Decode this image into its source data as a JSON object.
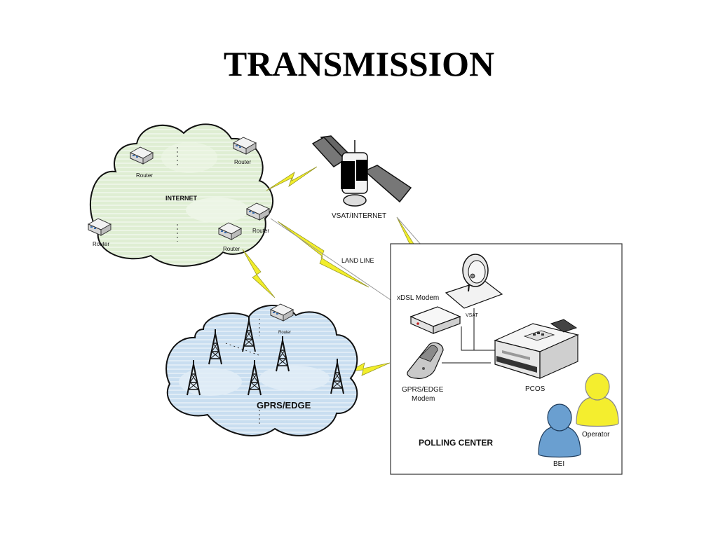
{
  "title": "TRANSMISSION",
  "internet": {
    "label": "INTERNET",
    "routers": [
      "Router",
      "Router",
      "Router",
      "Router",
      "Router"
    ]
  },
  "satellite": {
    "label": "VSAT/INTERNET"
  },
  "land_line": {
    "label": "LAND LINE"
  },
  "gprs_cloud": {
    "label": "GPRS/EDGE",
    "router": "Router"
  },
  "polling_center": {
    "label": "POLLING CENTER",
    "xdsl": "xDSL Modem",
    "vsat": "VSAT",
    "gprs_modem_line1": "GPRS/EDGE",
    "gprs_modem_line2": "Modem",
    "pcos": "PCOS",
    "operator": "Operator",
    "bei": "BEI"
  },
  "colors": {
    "internet_cloud": "#dfeed3",
    "gprs_cloud": "#c9def0",
    "lightning": "#f2ee2a",
    "operator": "#f4ee2e",
    "bei": "#6a9fd0"
  }
}
